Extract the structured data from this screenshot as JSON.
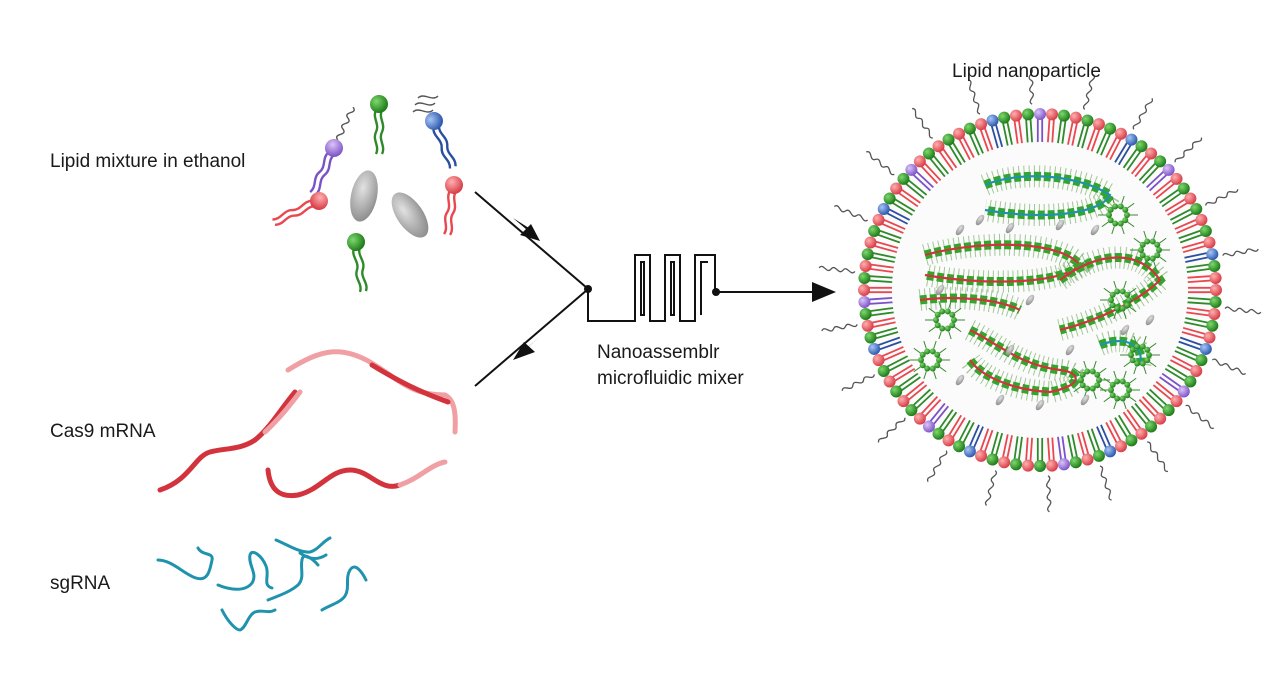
{
  "labels": {
    "lipid_mixture": "Lipid mixture in ethanol",
    "cas9": "Cas9 mRNA",
    "sgrna": "sgRNA",
    "mixer_line1": "Nanoassemblr",
    "mixer_line2": "microfluidic mixer",
    "nanoparticle": "Lipid nanoparticle"
  },
  "colors": {
    "lipid_red": "#e8484f",
    "lipid_red_head": "#f07a7a",
    "lipid_green": "#2f8a2a",
    "lipid_green_head": "#34a52c",
    "lipid_blue": "#2b4fa0",
    "lipid_blue_head": "#5a87d8",
    "lipid_purple": "#7a52c8",
    "lipid_purple_head": "#b28ae6",
    "cholesterol": "#9a9a9a",
    "mrna_dark": "#d2333c",
    "mrna_light": "#f0a0a4",
    "sgrna": "#1f93ad",
    "arrow": "#111111"
  },
  "icons": [
    "lipid-molecule",
    "cholesterol-ellipse",
    "peg-lipid",
    "flow-arrow",
    "microfluidic-channel"
  ]
}
